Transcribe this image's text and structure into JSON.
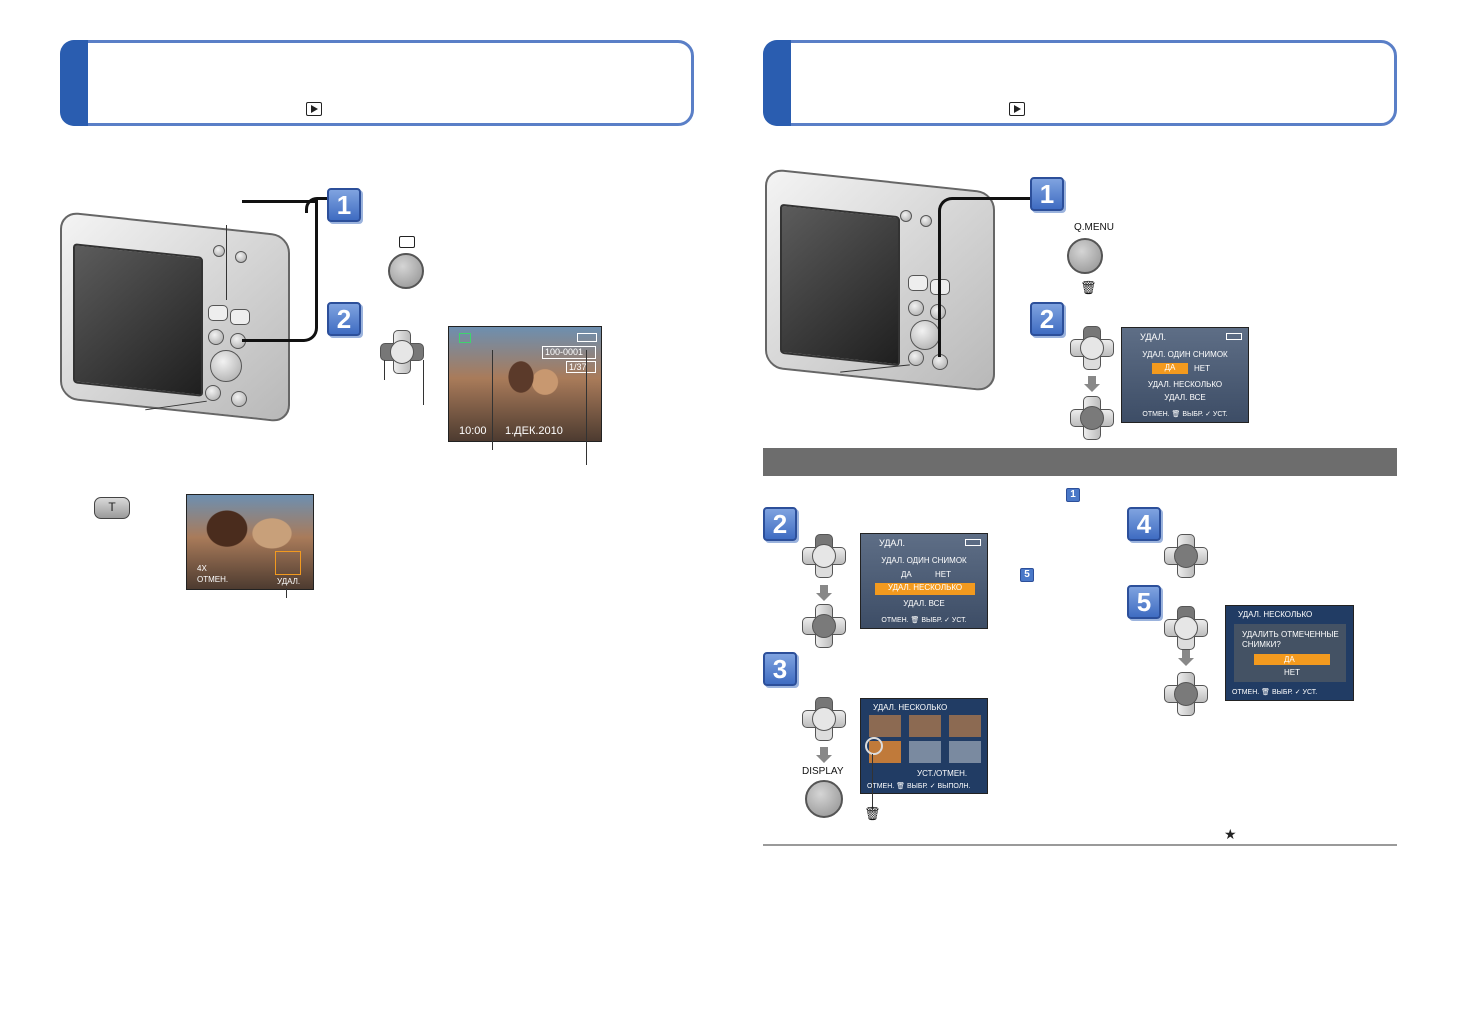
{
  "left_page": {
    "step1": "1",
    "step2": "2",
    "screen": {
      "time": "10:00",
      "date": "1.ДЕК.2010",
      "file_no": "100-0001",
      "count": "1/37"
    },
    "t_button": "T",
    "zoom_screen": {
      "zoom": "4X",
      "cancel": "ОТМЕН.",
      "delete": "УДАЛ."
    }
  },
  "right_page": {
    "step1": "1",
    "step2": "2",
    "qmenu_label": "Q.MENU",
    "delete_menu": {
      "title": "УДАЛ.",
      "single": "УДАЛ. ОДИН СНИМОК",
      "yes": "ДА",
      "no": "НЕТ",
      "multi": "УДАЛ. НЕСКОЛЬКО",
      "all": "УДАЛ. ВСЕ",
      "footer": "ОТМЕН. 🗑 ВЫБР. ✓ УСТ."
    },
    "sub": {
      "ref_step": "1",
      "ref_step5": "5",
      "step2": "2",
      "step3": "3",
      "step4": "4",
      "step5": "5",
      "display_label": "DISPLAY",
      "multi_screen": {
        "title": "УДАЛ. НЕСКОЛЬКО",
        "set_cancel": "УСТ./ОТМЕН.",
        "footer": "ОТМЕН. 🗑 ВЫБР. ✓ ВЫПОЛН."
      },
      "confirm_screen": {
        "title": "УДАЛ. НЕСКОЛЬКО",
        "question_1": "УДАЛИТЬ ОТМЕЧЕННЫЕ",
        "question_2": "СНИМКИ?",
        "yes": "ДА",
        "no": "НЕТ",
        "footer": "ОТМЕН. 🗑 ВЫБР. ✓ УСТ."
      },
      "star": "★"
    }
  }
}
